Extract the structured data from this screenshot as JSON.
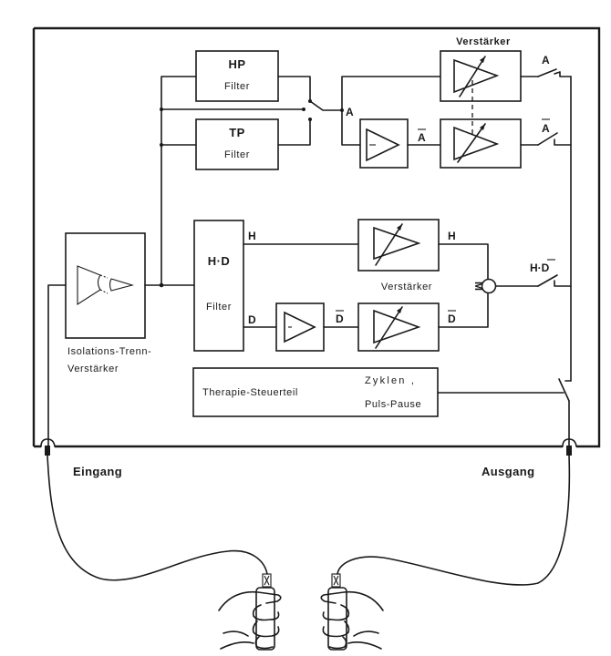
{
  "diagram": {
    "title": "Therapie-Gerät Blockschaltbild",
    "blocks": {
      "hp_filter": {
        "name": "HP",
        "sub": "Filter"
      },
      "tp_filter": {
        "name": "TP",
        "sub": "Filter"
      },
      "hd_filter": {
        "name": "H·D",
        "sub": "Filter"
      },
      "isolation_amp": {
        "label_line1": "Isolations-Trenn-",
        "label_line2": "Verstärker"
      },
      "amp_top_label": "Verstärker",
      "amp_mid_label": "Verstärker",
      "control_unit": {
        "name": "Therapie-Steuerteil",
        "param1": "Zyklen ,",
        "param2": "Puls-Pause"
      }
    },
    "signals": {
      "a": "A",
      "a_bar": "A",
      "h_in": "H",
      "h_out": "H",
      "d_in": "D",
      "d_bar_mid": "D",
      "d_bar_out": "D",
      "mixer": "M",
      "switch_a": "A",
      "switch_a_bar": "A",
      "switch_hd": "H·D"
    },
    "ports": {
      "input": "Eingang",
      "output": "Ausgang"
    }
  }
}
